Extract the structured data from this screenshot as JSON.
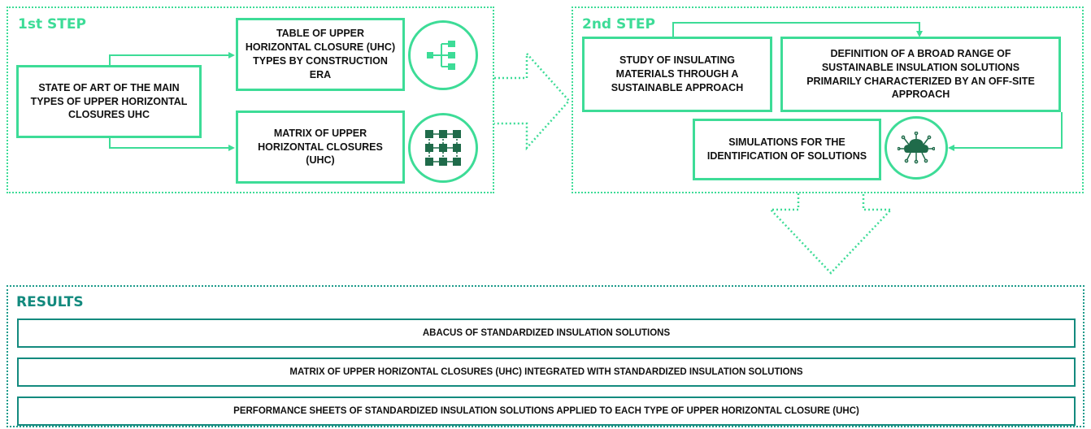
{
  "step1": {
    "title": "1st STEP",
    "main_box": "STATE OF ART OF THE MAIN TYPES OF UPPER HORIZONTAL CLOSURES UHC",
    "table_box": "TABLE OF UPPER HORIZONTAL CLOSURE (UHC) TYPES BY CONSTRUCTION ERA",
    "matrix_box": "MATRIX OF UPPER HORIZONTAL CLOSURES (UHC)",
    "icons": [
      "hierarchy-icon",
      "matrix-grid-icon"
    ]
  },
  "step2": {
    "title": "2nd STEP",
    "study_box": "STUDY OF INSULATING MATERIALS THROUGH A SUSTAINABLE APPROACH",
    "definition_box": "DEFINITION OF A BROAD RANGE OF SUSTAINABLE INSULATION SOLUTIONS PRIMARILY CHARACTERIZED BY AN OFF-SITE APPROACH",
    "simulation_box": "SIMULATIONS FOR THE IDENTIFICATION OF SOLUTIONS",
    "icons": [
      "cloud-network-icon"
    ]
  },
  "results": {
    "title": "RESULTS",
    "items": [
      "ABACUS OF STANDARDIZED INSULATION SOLUTIONS",
      "MATRIX OF UPPER HORIZONTAL CLOSURES (UHC) INTEGRATED WITH STANDARDIZED INSULATION SOLUTIONS",
      "PERFORMANCE SHEETS OF STANDARDIZED INSULATION SOLUTIONS APPLIED TO EACH TYPE OF UPPER HORIZONTAL CLOSURE (UHC)"
    ]
  },
  "colors": {
    "accent_green": "#3ddc97",
    "dark_green": "#1f6b4a",
    "results_teal": "#138a7e"
  }
}
